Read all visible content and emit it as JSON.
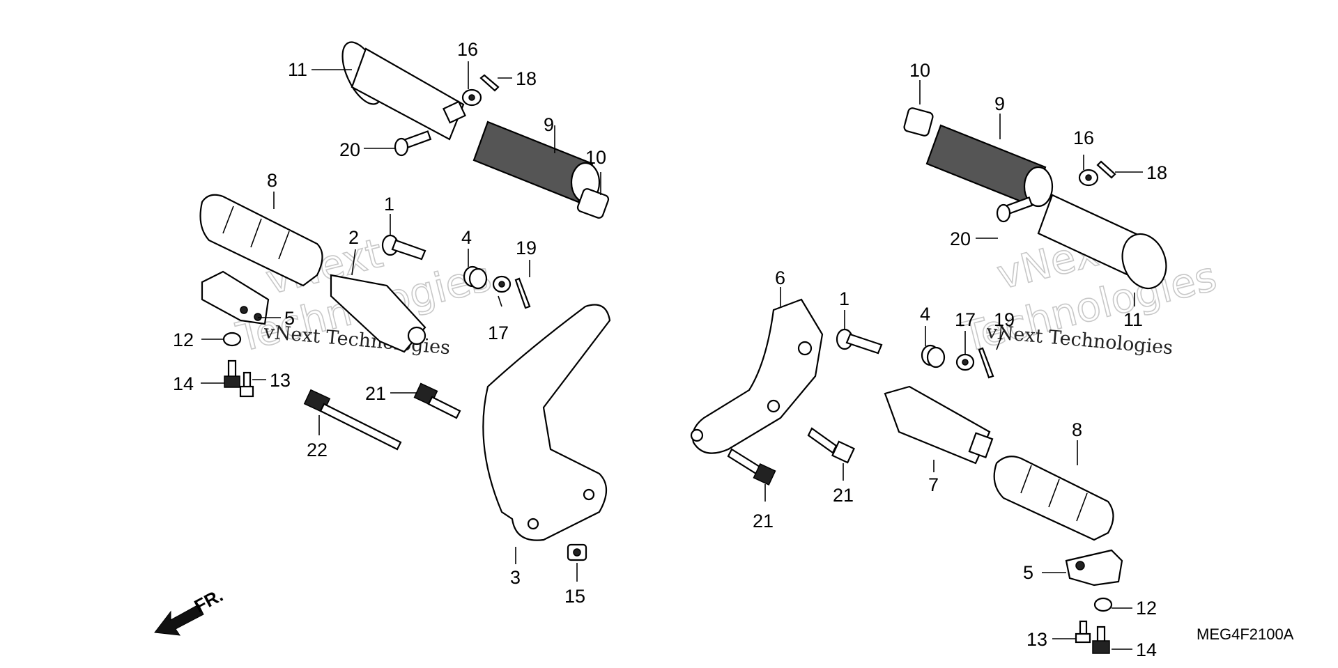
{
  "diagram": {
    "code": "MEG4F2100A",
    "direction_label": "FR.",
    "watermark": {
      "line1": "vNext",
      "line2": "Technologies",
      "small": "vNext Technologies"
    },
    "labels": {
      "l1": "1",
      "l2": "2",
      "l3": "3",
      "l4": "4",
      "l5": "5",
      "l8": "8",
      "l9": "9",
      "l10": "10",
      "l11": "11",
      "l12": "12",
      "l13": "13",
      "l14": "14",
      "l15": "15",
      "l16": "16",
      "l17": "17",
      "l18": "18",
      "l19": "19",
      "l20": "20",
      "l21": "21",
      "l22": "22",
      "r1": "1",
      "r4": "4",
      "r5": "5",
      "r6": "6",
      "r7": "7",
      "r8": "8",
      "r9": "9",
      "r10": "10",
      "r11": "11",
      "r12": "12",
      "r13": "13",
      "r14": "14",
      "r16": "16",
      "r17": "17",
      "r18": "18",
      "r19": "19",
      "r20": "20",
      "r21a": "21",
      "r21b": "21"
    }
  }
}
